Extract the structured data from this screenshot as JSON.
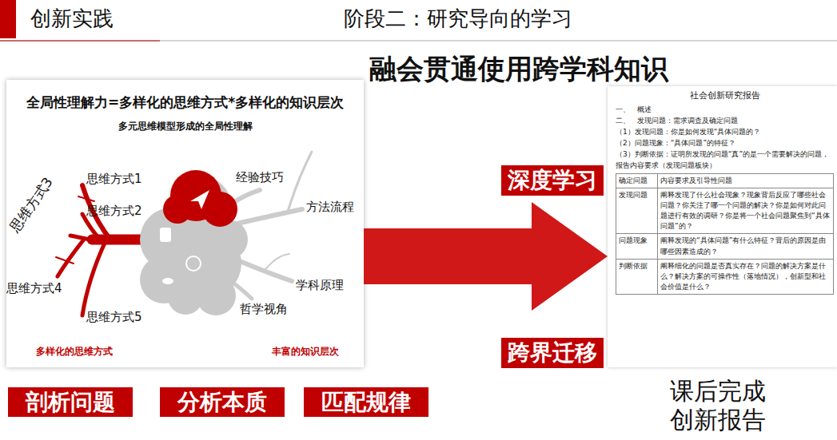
{
  "diagram": {
    "title": "融会贯通使用跨学科知识",
    "nodes": [
      {
        "text": [
          "全局性理解力=多样化的思维方式*多样化的知识层次",
          "多元思维模型形成的全局性理解"
        ]
      },
      {
        "text": [
          "深度学习"
        ]
      },
      {
        "text": [
          "跨界迁移"
        ]
      },
      {
        "text": [
          "社会创新研究报告"
        ]
      },
      {
        "text": [
          "剖析问题"
        ]
      },
      {
        "text": [
          "分析本质"
        ]
      },
      {
        "text": [
          "匹配规律"
        ]
      }
    ],
    "edges": [
      {
        "from": 0,
        "to": 3,
        "arrow": "to"
      }
    ],
    "labels": [
      "创新实践",
      "阶段二：研究导向的学习",
      "思维方式3",
      "思维方式1",
      "思维方式2",
      "经验技巧",
      "方法流程",
      "思维方式4",
      "学科原理",
      "哲学视角",
      "思维方式5",
      "多样化的思维方式",
      "丰富的知识层次",
      "一、　概述",
      "二、　发现问题：需求调查及确定问题",
      "（1）发现问题：你是如何发现“具体问题的？",
      "（2）问题现象：“具体问题”的特征？",
      "（3）判断依据：证明所发现的问题“真”的是一个需要解决的问题，",
      "报告内容要求（发现问题板块）",
      "确定问题",
      "内容要求及引导性问题",
      "发现问题",
      "阐释发现了什么社会现象？现象背后反应了哪些社会问题？你关注了哪一个问题的解决？你是如何对此问题进行有效的调研？你是将一个社会问题聚焦到“具体问题”的？",
      "问题现象",
      "阐释发现的“具体问题”有什么特征？背后的原因是由哪些因素造成的？",
      "判断依据",
      "阐释细化的问题是否真实存在？问题的解决方案是什么？解决方案的可操作性（落地情况），创新型和社会价值是什么？",
      "课后完成 创新报告"
    ]
  }
}
